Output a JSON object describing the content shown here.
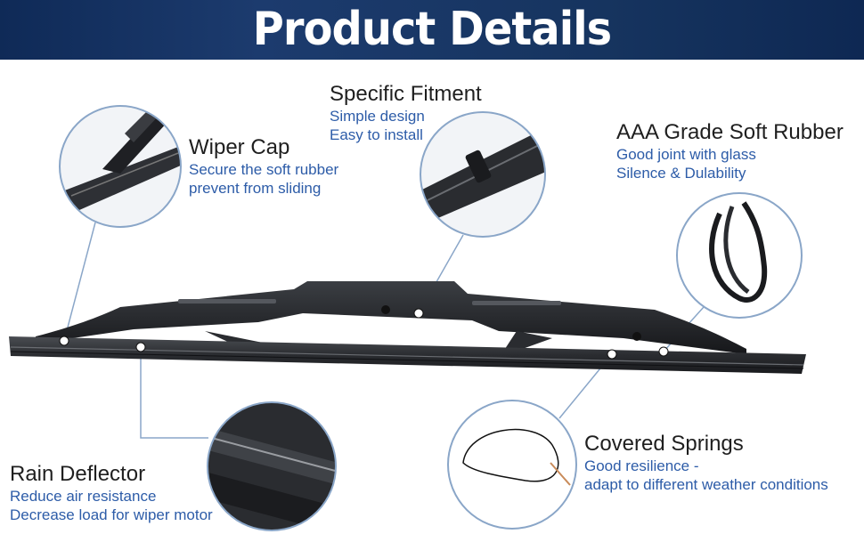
{
  "banner": {
    "title": "Product Details"
  },
  "features": {
    "wiper_cap": {
      "title": "Wiper Cap",
      "lines": [
        "Secure the soft rubber",
        "prevent from sliding"
      ]
    },
    "specific_fitment": {
      "title": "Specific Fitment",
      "lines": [
        "Simple design",
        "Easy to install"
      ]
    },
    "soft_rubber": {
      "title": "AAA Grade Soft Rubber",
      "lines": [
        "Good joint with glass",
        "Silence & Dulability"
      ]
    },
    "rain_deflector": {
      "title": "Rain Deflector",
      "lines": [
        "Reduce air resistance",
        "Decrease load for wiper motor"
      ]
    },
    "covered_springs": {
      "title": "Covered Springs",
      "lines": [
        "Good resilience -",
        "adapt to different weather conditions"
      ]
    }
  },
  "colors": {
    "banner": "#16345f",
    "accent_text": "#2d5ca8",
    "callout_line": "#8aa6c8",
    "blade": "#2a2c30"
  }
}
